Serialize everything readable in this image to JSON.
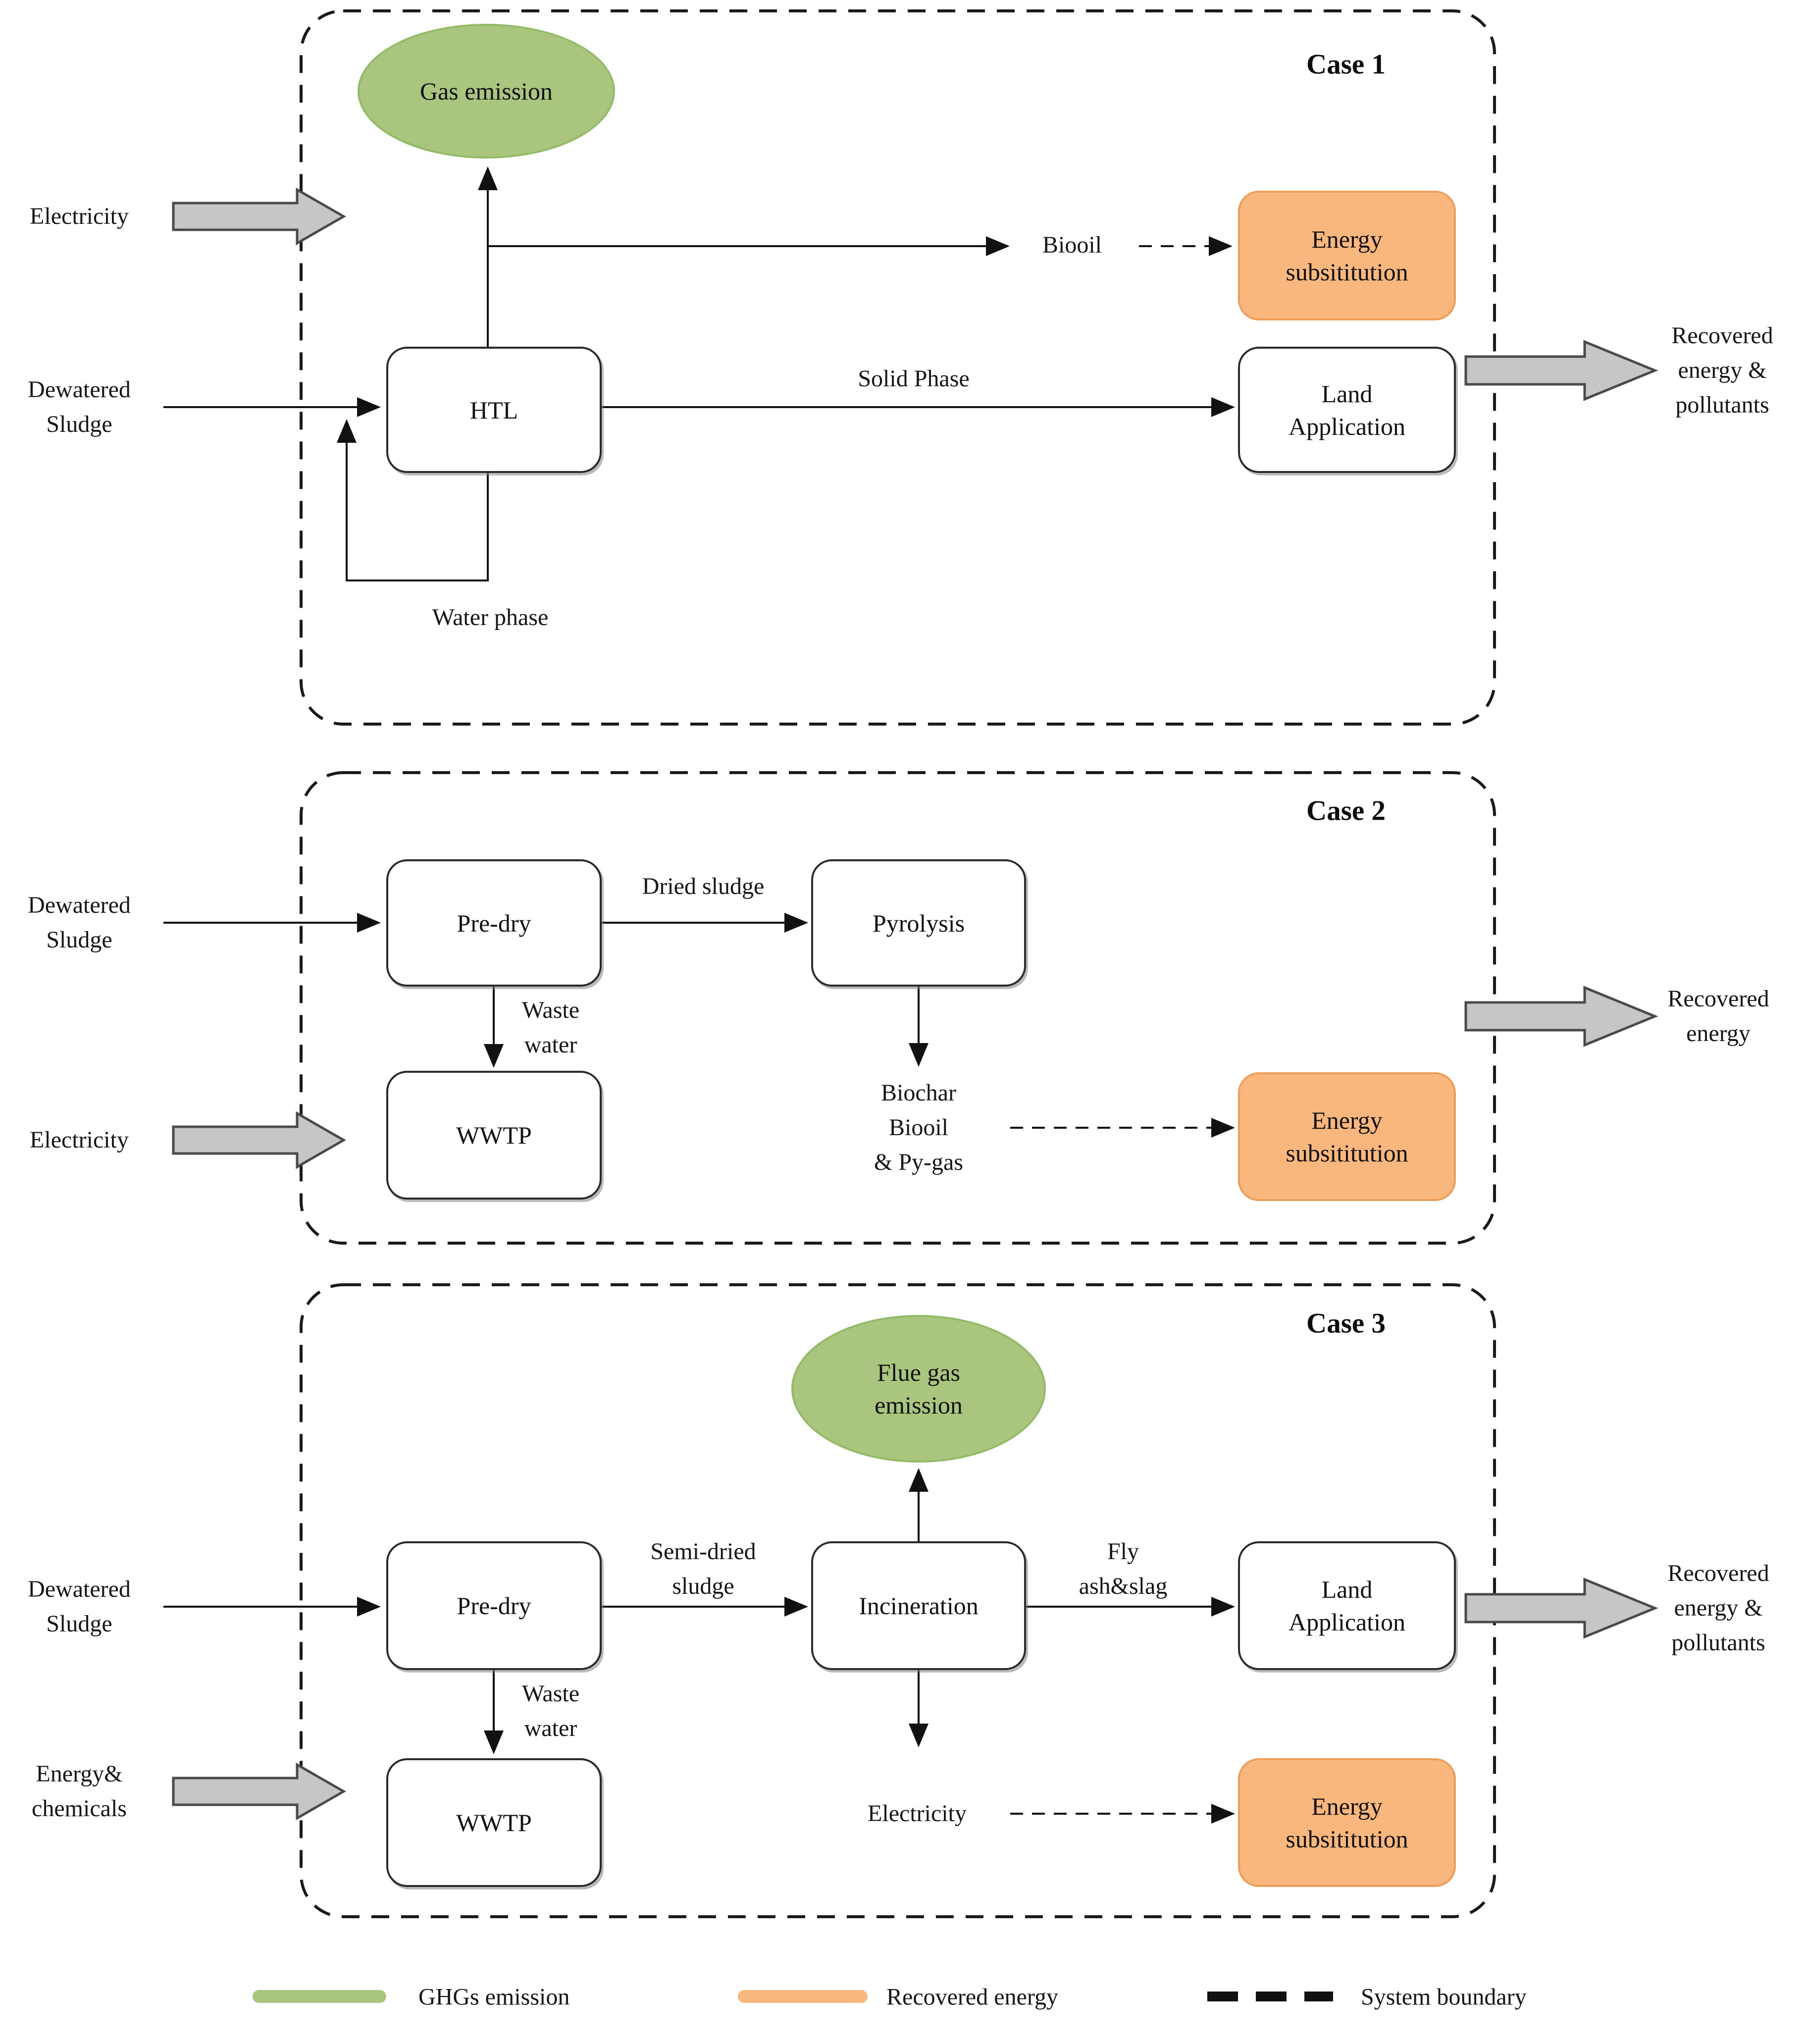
{
  "case1": {
    "title": "Case 1",
    "electricity_input": "Electricity",
    "sludge_input": "Dewatered\nSludge",
    "gas_emission": "Gas emission",
    "htl": "HTL",
    "biooil": "Biooil",
    "energy_substitution": "Energy\nsubsititution",
    "solid_phase": "Solid Phase",
    "land_application": "Land\nApplication",
    "water_phase": "Water phase",
    "output": "Recovered\nenergy &\npollutants"
  },
  "case2": {
    "title": "Case 2",
    "sludge_input": "Dewatered\nSludge",
    "electricity_input": "Electricity",
    "pre_dry": "Pre-dry",
    "dried_sludge": "Dried sludge",
    "pyrolysis": "Pyrolysis",
    "waste_water": "Waste\nwater",
    "wwtp": "WWTP",
    "products": "Biochar\nBiooil\n& Py-gas",
    "energy_substitution": "Energy\nsubsititution",
    "output": "Recovered\nenergy"
  },
  "case3": {
    "title": "Case 3",
    "sludge_input": "Dewatered\nSludge",
    "energy_chemicals_input": "Energy&\nchemicals",
    "flue_gas": "Flue gas\nemission",
    "pre_dry": "Pre-dry",
    "semi_dried_sludge": "Semi-dried\nsludge",
    "incineration": "Incineration",
    "fly_ash_slag": "Fly\nash&slag",
    "waste_water": "Waste\nwater",
    "wwtp": "WWTP",
    "electricity": "Electricity",
    "energy_substitution": "Energy\nsubsititution",
    "land_application": "Land\nApplication",
    "output": "Recovered\nenergy &\npollutants"
  },
  "legend": {
    "ghg": "GHGs emission",
    "recovered": "Recovered energy",
    "boundary": "System boundary"
  },
  "colors": {
    "ghg_fill": "#a9c57e",
    "ghg_border": "#93bb67",
    "recovered_fill": "#f9b77e",
    "recovered_border": "#ef9d5b",
    "block_arrow_fill": "#c6c6c6",
    "line": "#1a1a1a"
  }
}
